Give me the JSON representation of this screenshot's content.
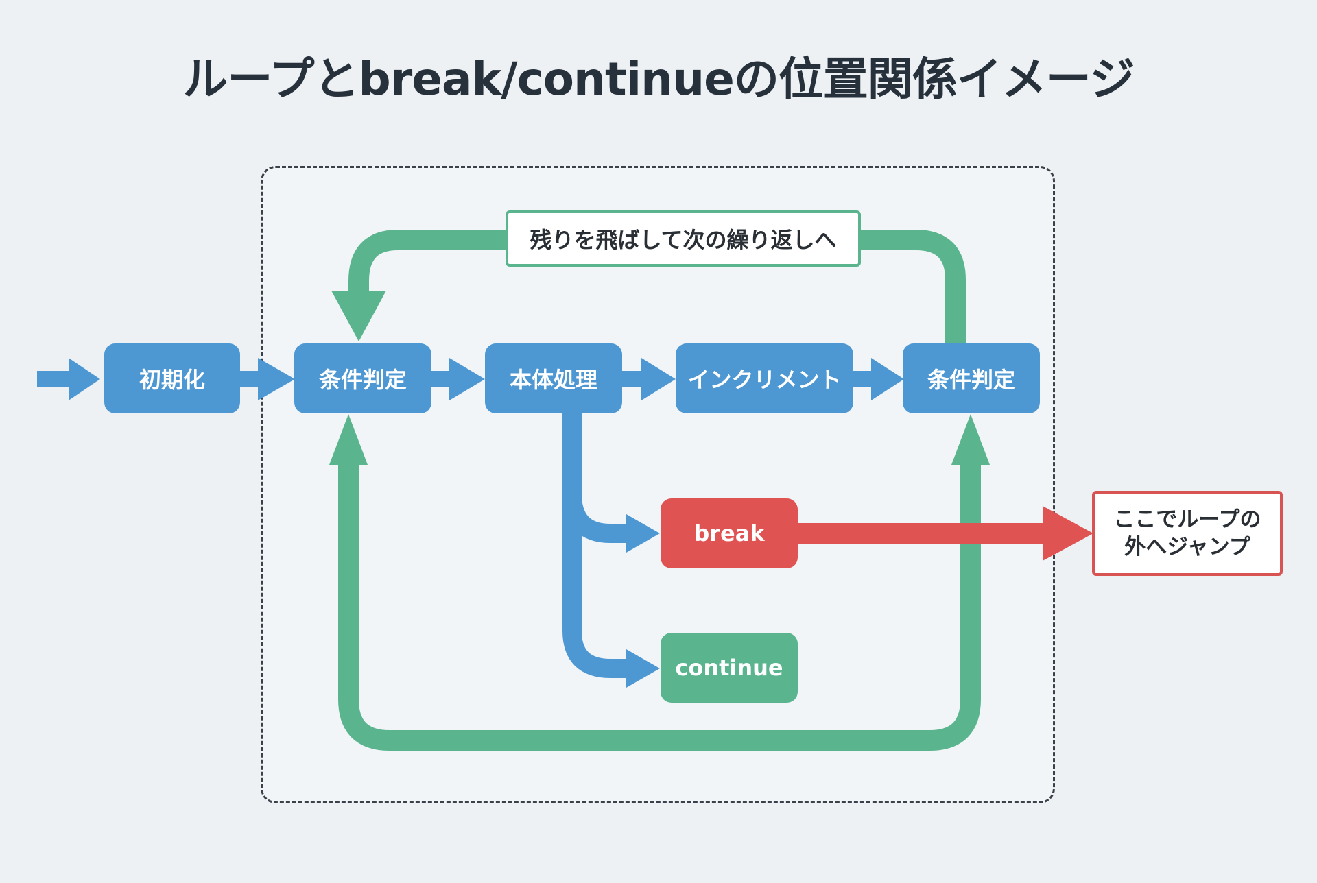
{
  "title": "ループとbreak/continueの位置関係イメージ",
  "nodes": {
    "init": "初期化",
    "condition1": "条件判定",
    "body": "本体処理",
    "increment": "インクリメント",
    "condition2": "条件判定",
    "break": "break",
    "continue": "continue"
  },
  "labels": {
    "continue_note": "残りを飛ばして次の繰り返しへ",
    "break_note_line1": "ここでループの",
    "break_note_line2": "外へジャンプ"
  },
  "colors": {
    "flow_blue": "#4d97d3",
    "break_red": "#df5452",
    "continue_green": "#5ab58e",
    "frame": "#3a4148",
    "background": "#edf1f4"
  }
}
